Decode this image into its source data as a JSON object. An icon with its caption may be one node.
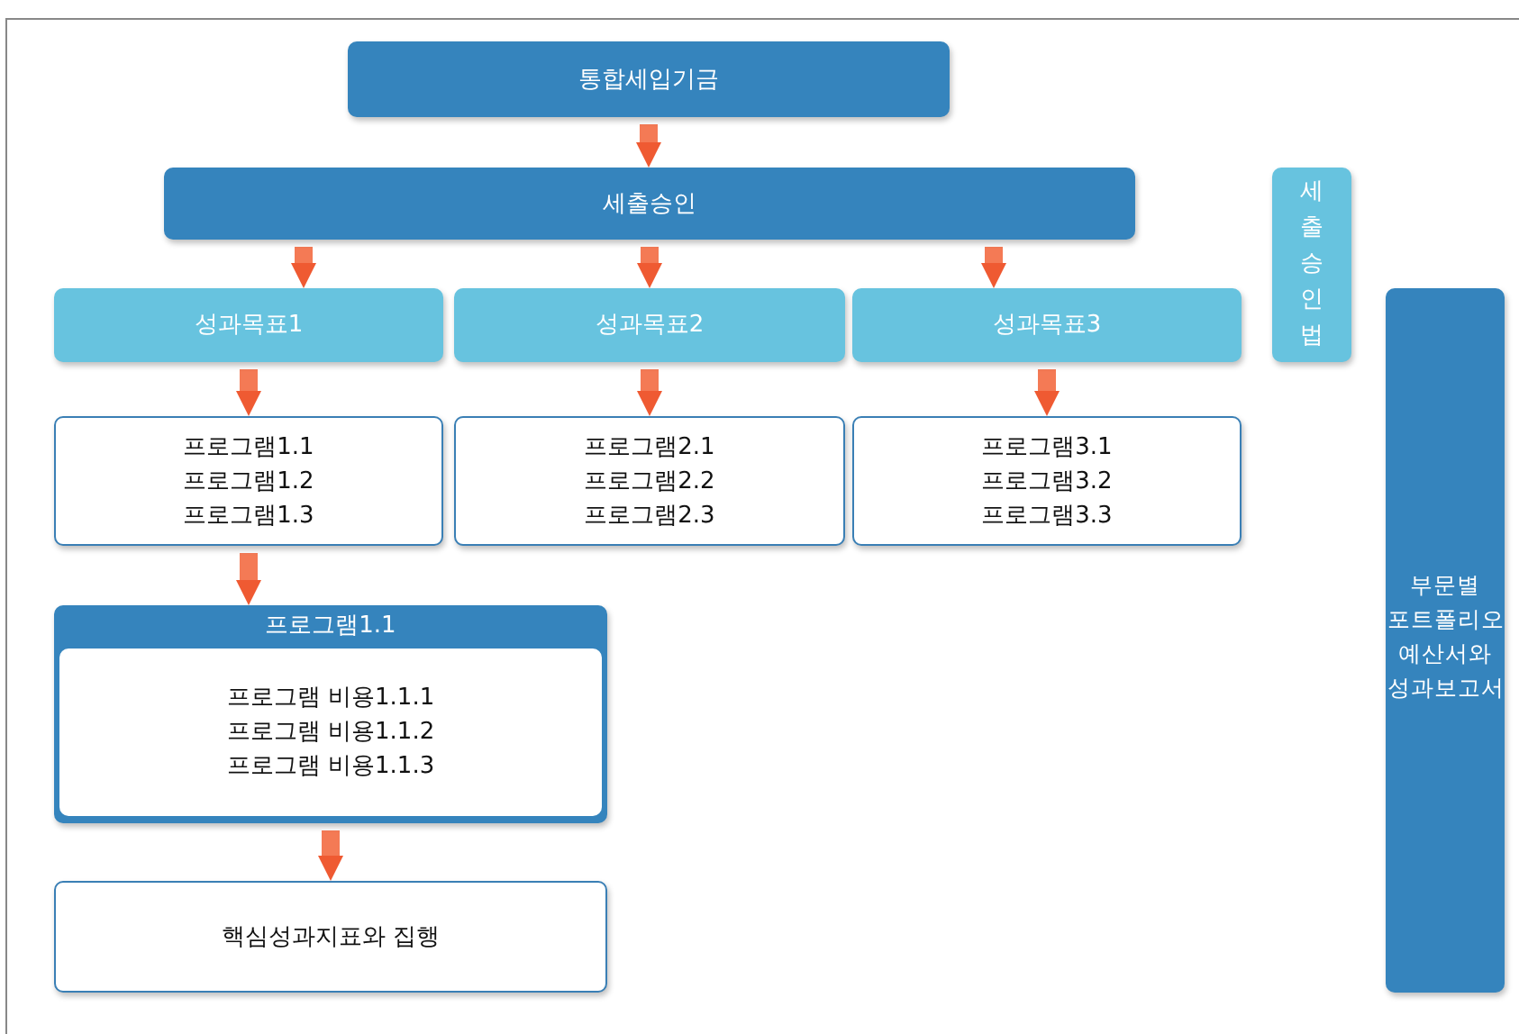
{
  "diagram": {
    "nodes": [
      {
        "text": [
          "통합세입기금"
        ]
      },
      {
        "text": [
          "세출승인"
        ]
      },
      {
        "text": [
          "성과목표1"
        ]
      },
      {
        "text": [
          "성과목표2"
        ]
      },
      {
        "text": [
          "성과목표3"
        ]
      },
      {
        "text": [
          "프로그램1.1",
          "프로그램1.2",
          "프로그램1.3"
        ]
      },
      {
        "text": [
          "프로그램2.1",
          "프로그램2.2",
          "프로그램2.3"
        ]
      },
      {
        "text": [
          "프로그램3.1",
          "프로그램3.2",
          "프로그램3.3"
        ]
      },
      {
        "text": [
          "프로그램1.1",
          "프로그램 비용1.1.1",
          "프로그램 비용1.1.2",
          "프로그램 비용1.1.3"
        ]
      },
      {
        "text": [
          "핵심성과지표와 집행"
        ]
      },
      {
        "text": [
          "세출승인법"
        ]
      },
      {
        "text": [
          "부문별 포트폴리오 예산서와 성과보고서"
        ]
      }
    ],
    "edges": [
      {
        "from": 0,
        "to": 1,
        "arrow": "to"
      },
      {
        "from": 1,
        "to": 2,
        "arrow": "to"
      },
      {
        "from": 1,
        "to": 3,
        "arrow": "to"
      },
      {
        "from": 1,
        "to": 4,
        "arrow": "to"
      },
      {
        "from": 2,
        "to": 5,
        "arrow": "to"
      },
      {
        "from": 3,
        "to": 6,
        "arrow": "to"
      },
      {
        "from": 4,
        "to": 7,
        "arrow": "to"
      },
      {
        "from": 5,
        "to": 8,
        "arrow": "to"
      },
      {
        "from": 8,
        "to": 9,
        "arrow": "to"
      }
    ]
  }
}
